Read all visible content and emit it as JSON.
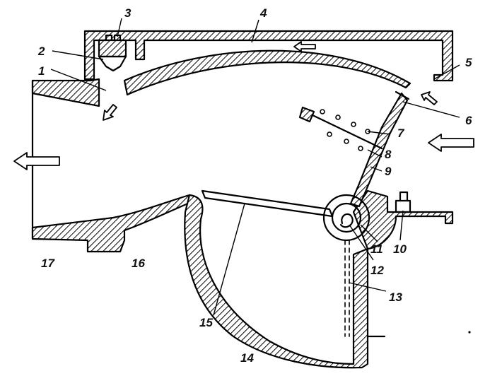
{
  "diagram": {
    "callouts": [
      {
        "id": "1",
        "label": "1"
      },
      {
        "id": "2",
        "label": "2"
      },
      {
        "id": "3",
        "label": "3"
      },
      {
        "id": "4",
        "label": "4"
      },
      {
        "id": "5",
        "label": "5"
      },
      {
        "id": "6",
        "label": "6"
      },
      {
        "id": "7",
        "label": "7"
      },
      {
        "id": "8",
        "label": "8"
      },
      {
        "id": "9",
        "label": "9"
      },
      {
        "id": "10",
        "label": "10"
      },
      {
        "id": "11",
        "label": "11"
      },
      {
        "id": "12",
        "label": "12"
      },
      {
        "id": "13",
        "label": "13"
      },
      {
        "id": "14",
        "label": "14"
      },
      {
        "id": "15",
        "label": "15"
      },
      {
        "id": "16",
        "label": "16"
      },
      {
        "id": "17",
        "label": "17"
      }
    ],
    "flow_arrows": [
      {
        "name": "inlet-arrow",
        "direction": "left"
      },
      {
        "name": "outlet-arrow",
        "direction": "left"
      },
      {
        "name": "top-channel-arrow",
        "direction": "left"
      },
      {
        "name": "slot-arrow-left",
        "direction": "down-left"
      },
      {
        "name": "slot-arrow-right",
        "direction": "up-left"
      }
    ]
  }
}
